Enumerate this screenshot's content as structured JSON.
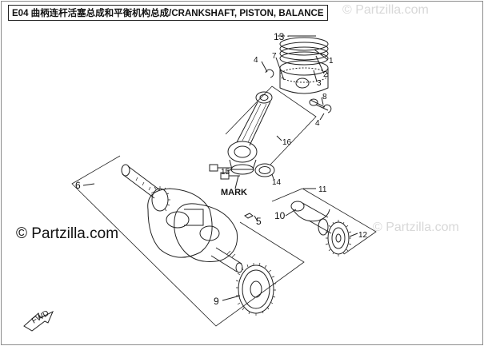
{
  "diagram": {
    "title": "E04 曲柄连杆活塞总成和平衡机构总成/CRANKSHAFT, PISTON, BALANCE",
    "watermark_main": "© Partzilla.com",
    "watermark_faint": "© Partzilla.com",
    "mark_label": "MARK",
    "fwd_label": "FWD",
    "callouts": {
      "c1": "1",
      "c2": "2",
      "c3": "3",
      "c4a": "4",
      "c4b": "4",
      "c5": "5",
      "c6": "6",
      "c7": "7",
      "c8": "8",
      "c9": "9",
      "c10": "10",
      "c11": "11",
      "c12": "12",
      "c13": "13",
      "c14": "14",
      "c15": "15",
      "c16": "16"
    }
  }
}
